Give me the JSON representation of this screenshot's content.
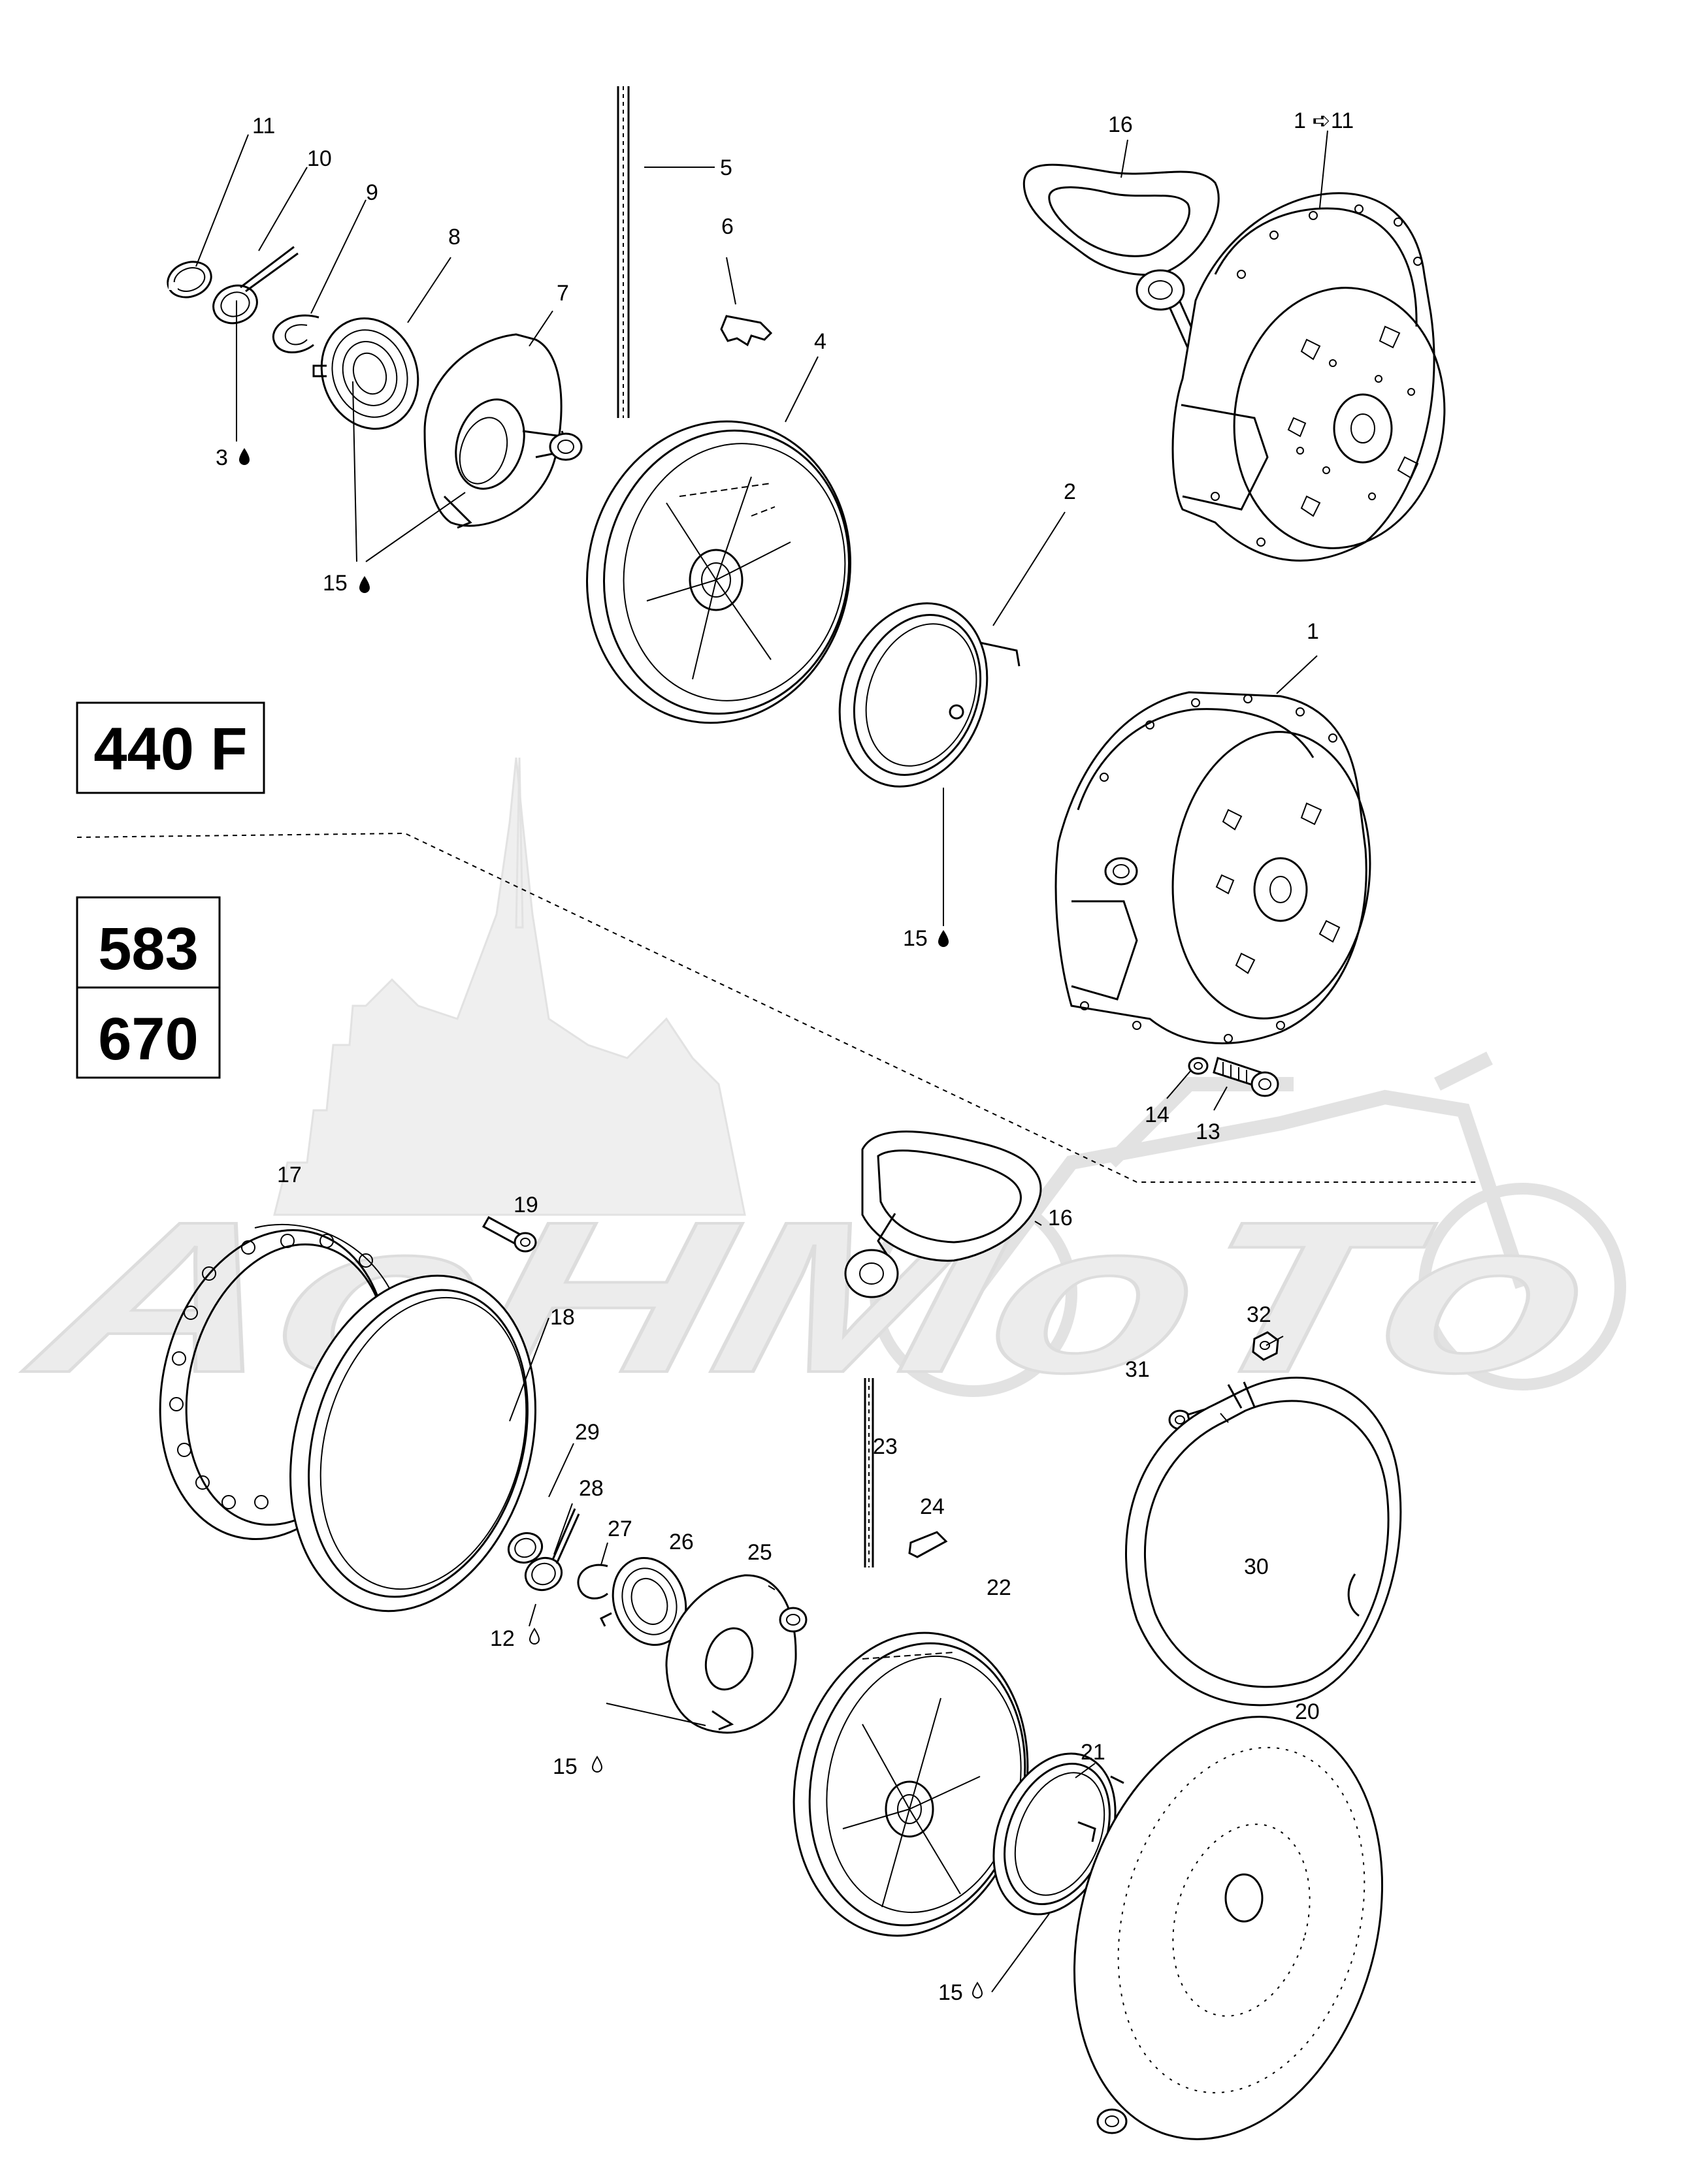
{
  "model_labels": {
    "top": "440 F",
    "bottom_1": "583",
    "bottom_2": "670"
  },
  "watermark": {
    "text": "AoHMoTo"
  },
  "callouts": {
    "c11_top": "11",
    "c10_top": "10",
    "c9_top": "9",
    "c8_top": "8",
    "c7_top": "7",
    "c5_top": "5",
    "c6_top": "6",
    "c4_top": "4",
    "c16_top": "16",
    "c1to11": "1 ➪11",
    "c3_top": "3",
    "c15_a": "15",
    "c2_top": "2",
    "c1_top": "1",
    "c15_b": "15",
    "c14": "14",
    "c13": "13",
    "c17": "17",
    "c19": "19",
    "c16_bot": "16",
    "c18": "18",
    "c32": "32",
    "c31": "31",
    "c23": "23",
    "c29": "29",
    "c28": "28",
    "c24": "24",
    "c27": "27",
    "c26": "26",
    "c25": "25",
    "c22": "22",
    "c30": "30",
    "c12": "12",
    "c15_c": "15",
    "c21": "21",
    "c20": "20",
    "c15_d": "15"
  }
}
